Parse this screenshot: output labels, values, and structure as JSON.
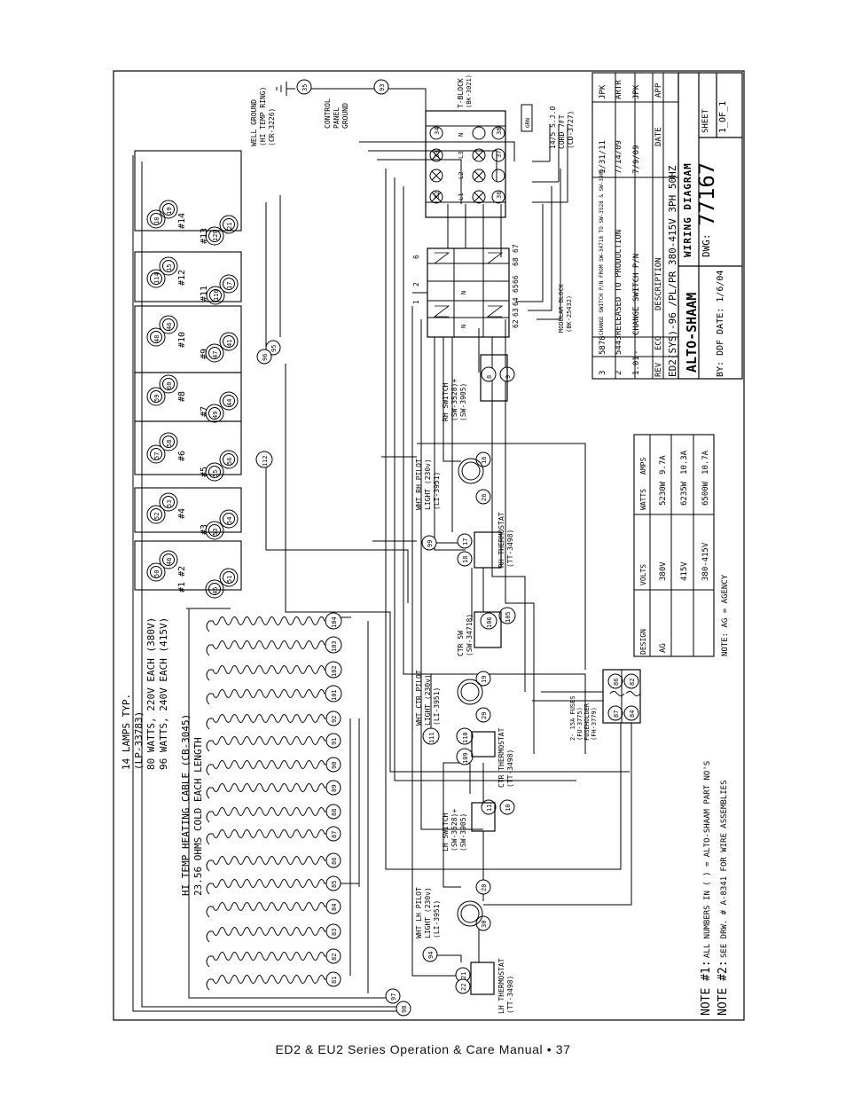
{
  "footer": "ED2 & EU2 Series Operation & Care Manual • 37",
  "notes": {
    "lamps_typ": "14 LAMPS TYP.",
    "lamps_part": "(LP-33783)",
    "lamps_80w": "80 WATTS, 220V EACH (380V)",
    "lamps_96w": "96 WATTS, 240V EACH (415V)",
    "cable_title": "HI TEMP HEATING CABLE (CB-3045)",
    "cable_spec": "23.56 OHMS COLD EACH LENGTH",
    "well_ground": [
      "WELL GROUND",
      "(HI TEMP RING)",
      "(CR-3226)"
    ],
    "control_ground": [
      "CONTROL",
      "PANEL",
      "GROUND"
    ],
    "tblock": [
      "T-BLOCK",
      "(BK-3021)"
    ],
    "cord": [
      "14/5 S.J.O",
      "CORD 7FT",
      "(CD-3727)"
    ],
    "modular_block": [
      "MODULAR BLOCK",
      "(BK-25432)"
    ],
    "rh_switch": [
      "RH SWITCH",
      "(SW-3528)+",
      "(SW-3905)"
    ],
    "rh_pilot": [
      "WHT RH PILOT",
      "LIGHT (230v)",
      "(LI-3951)"
    ],
    "rh_thermostat": [
      "RH THERMOSTAT",
      "(TT-3498)"
    ],
    "ctr_sw": [
      "CTR SW",
      "(SW-34718)"
    ],
    "ctr_pilot": [
      "WHT CTR PILOT",
      "LIGHT (230v)",
      "(LI-3951)"
    ],
    "ctr_thermostat": [
      "CTR THERMOSTAT",
      "(TT-3498)"
    ],
    "lh_switch": [
      "LH SWITCH",
      "(SW-3528)+",
      "(SW-3905)"
    ],
    "lh_pilot": [
      "WHT LH PILOT",
      "LIGHT (230v)",
      "(LI-3951)"
    ],
    "lh_thermostat": [
      "LH THERMOSTAT",
      "(TT-3498)"
    ],
    "fuses": [
      "2- 15A FUSES",
      "(FU-3775)",
      "FUSEHOLDER",
      "(FH-3779)"
    ],
    "note1_label": "NOTE #1:",
    "note1_text": "ALL NUMBERS IN ( ) = ALTO-SHAAM PART NO'S",
    "note2_label": "NOTE #2:",
    "note2_text": "SEE DRW. # A-8341 FOR WIRE ASSEMBLIES"
  },
  "lamp_labels": [
    "#1",
    "#2",
    "#3",
    "#4",
    "#5",
    "#6",
    "#7",
    "#8",
    "#9",
    "#10",
    "#11",
    "#12",
    "#13",
    "#14"
  ],
  "design_table": {
    "headers": [
      "DESIGN",
      "VOLTS",
      "WATTS",
      "AMPS"
    ],
    "rows": [
      [
        "AG",
        "380V",
        "5230W",
        "9.7A"
      ],
      [
        "",
        "415V",
        "6235W",
        "10.3A"
      ],
      [
        "",
        "380-415V",
        "6500W",
        "10.7A"
      ]
    ],
    "note": "NOTE: AG = AGENCY"
  },
  "revision_table": {
    "headers": [
      "REV",
      "ECO",
      "DESCRIPTION",
      "DATE",
      "APP"
    ],
    "rows": [
      [
        "1.01",
        "-",
        "CHANGE SWITCH P/N",
        "7/9/09",
        "JPK"
      ],
      [
        "2",
        "5443",
        "RELEASED TO PRODUCTION",
        "7/14/09",
        "ARTR"
      ],
      [
        "3",
        "5878",
        "CHANGE SWITCH P/N FROM SW-34718 TO SW-3528 & SW-3905",
        "1/31/11",
        "JPK"
      ]
    ]
  },
  "title_block": {
    "brand": "ALTO-SHAAM",
    "model": "ED2(SYS)-96 /PL/PR 380-415V 3PH 50HZ",
    "title": "WIRING DIAGRAM",
    "dwg_label": "DWG:",
    "dwg_number": "77167",
    "by": "BY: DDF DATE: 1/6/04",
    "sheet_label": "SHEET",
    "sheet": "1_OF_1"
  },
  "terminals": {
    "tblock_top": [
      "34",
      "33",
      "32"
    ],
    "tblock_bot": [
      "38",
      "37",
      "36"
    ],
    "tblock_mid": [
      "N",
      "L3",
      "L2",
      "L1"
    ],
    "tblock_grn": "GRN",
    "modblock_a": [
      "6",
      "2",
      "1"
    ],
    "modblock_b": [
      "68",
      "67",
      "66",
      "65",
      "64",
      "63",
      "62"
    ],
    "modblock_n": [
      "N",
      "N"
    ]
  }
}
